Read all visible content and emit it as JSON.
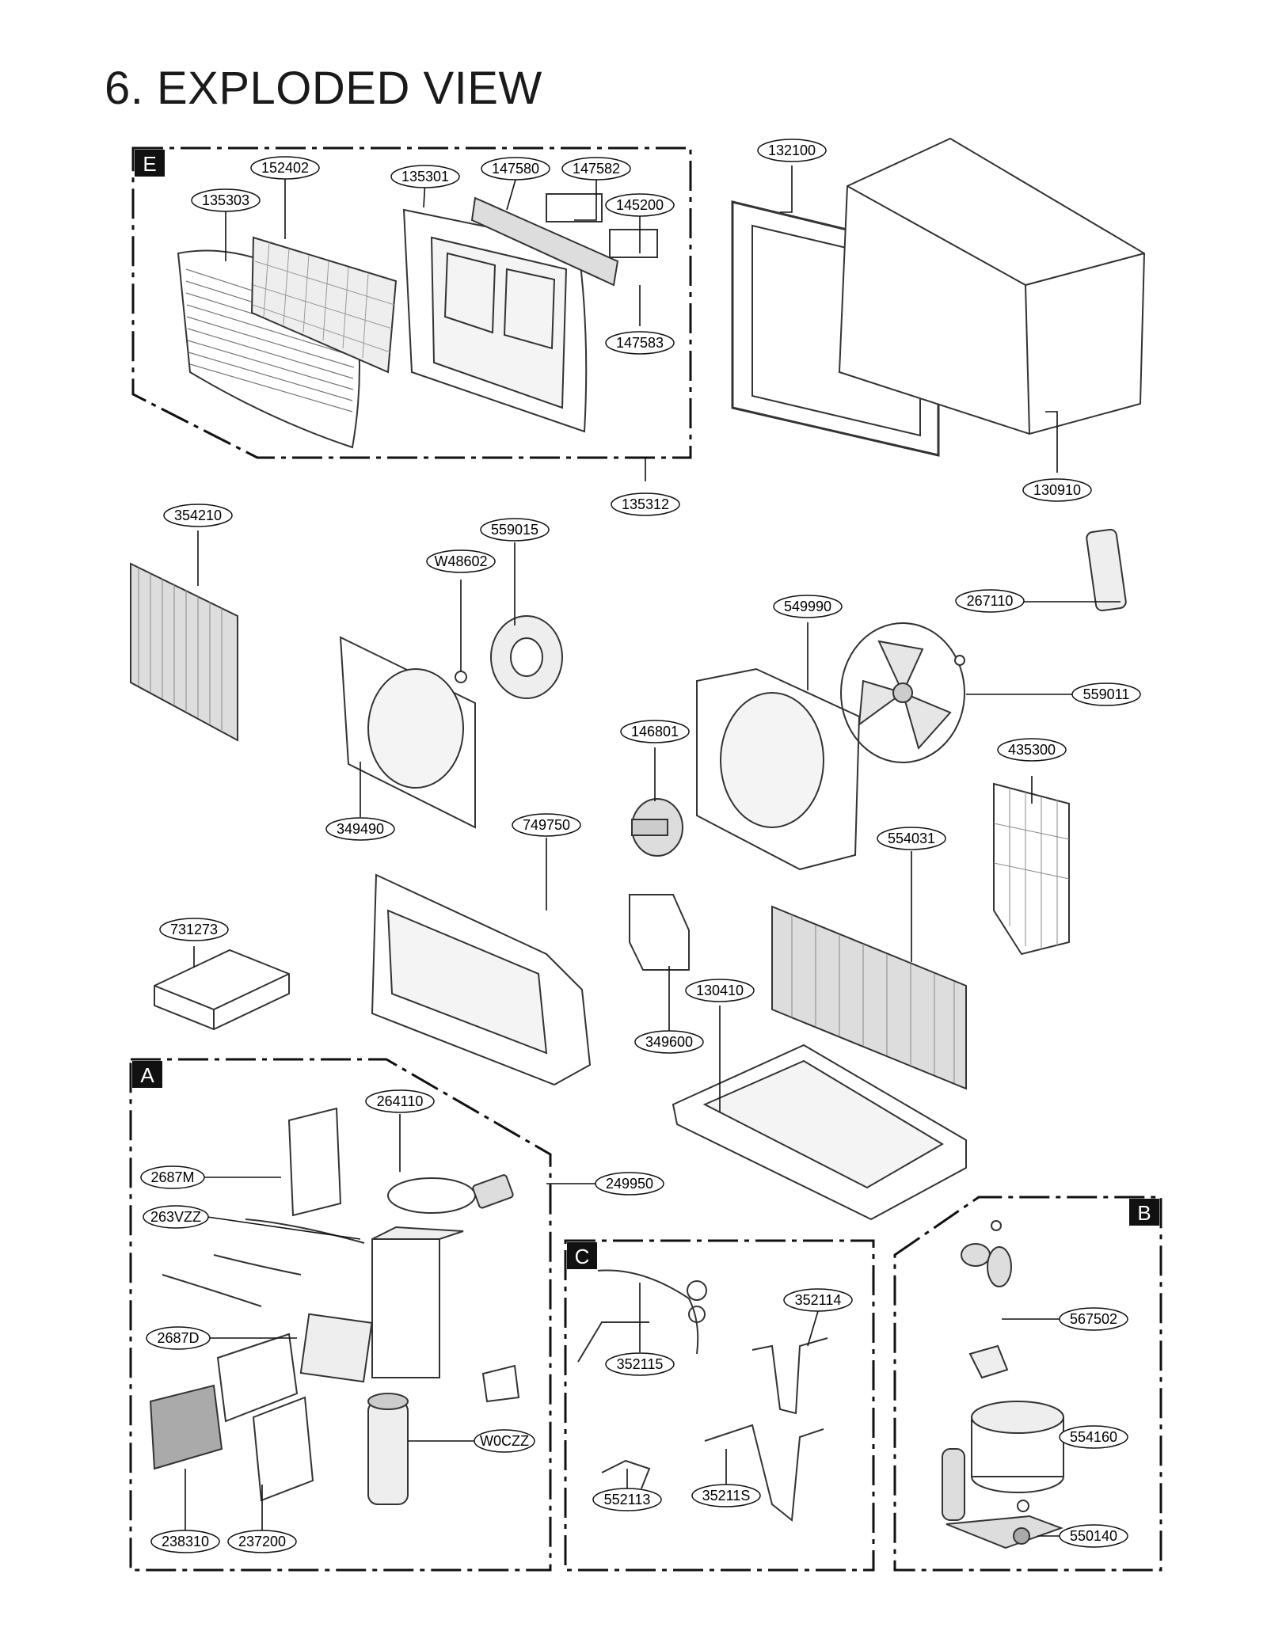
{
  "title": "6. EXPLODED VIEW",
  "sections": {
    "E": "E",
    "A": "A",
    "C": "C",
    "B": "B"
  },
  "parts": {
    "p152402": "152402",
    "p135301": "135301",
    "p147580": "147580",
    "p147582": "147582",
    "p135303": "135303",
    "p145200": "145200",
    "p147583": "147583",
    "p135312": "135312",
    "p132100": "132100",
    "p130910": "130910",
    "p354210": "354210",
    "p559015": "559015",
    "pW48602": "W48602",
    "p267110": "267110",
    "p549990": "549990",
    "p559011": "559011",
    "p146801": "146801",
    "p435300": "435300",
    "p349490": "349490",
    "p749750": "749750",
    "p554031": "554031",
    "p731273": "731273",
    "p130410": "130410",
    "p349600": "349600",
    "p264110": "264110",
    "p2687M": "2687M",
    "p249950": "249950",
    "p263VZZ": "263VZZ",
    "p2687D": "2687D",
    "pW0CZZ": "W0CZZ",
    "p238310": "238310",
    "p237200": "237200",
    "p352114": "352114",
    "p352115": "352115",
    "p552113": "552113",
    "p35211S": "35211S",
    "p567502": "567502",
    "p554160": "554160",
    "p550140": "550140"
  }
}
